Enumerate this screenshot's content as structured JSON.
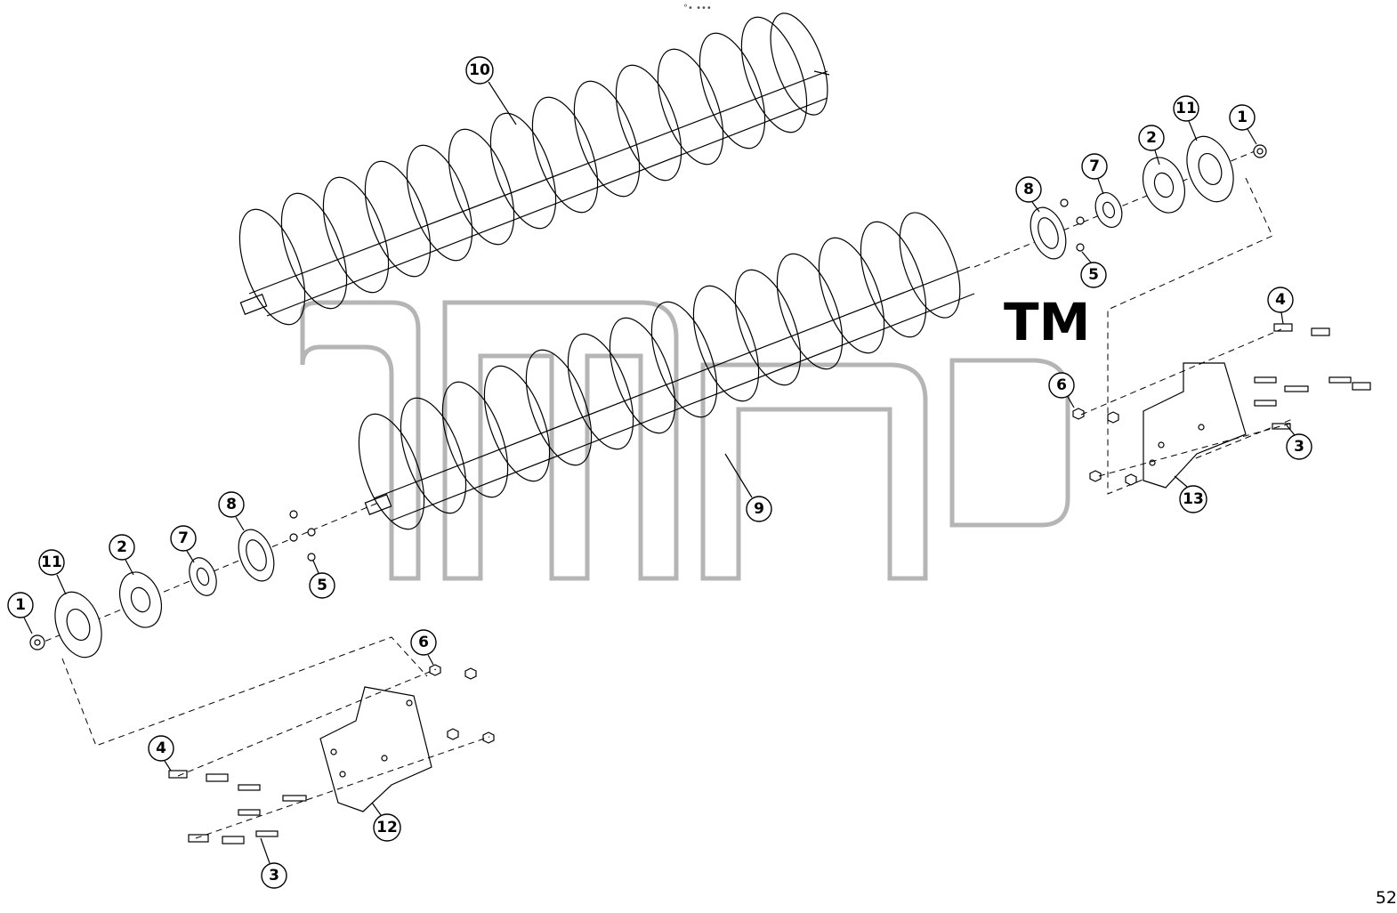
{
  "diagram": {
    "balloons": [
      {
        "label": "10"
      },
      {
        "label": "1"
      },
      {
        "label": "11"
      },
      {
        "label": "2"
      },
      {
        "label": "7"
      },
      {
        "label": "8"
      },
      {
        "label": "5"
      },
      {
        "label": "4"
      },
      {
        "label": "6"
      },
      {
        "label": "3"
      },
      {
        "label": "13"
      },
      {
        "label": "9"
      },
      {
        "label": "8"
      },
      {
        "label": "7"
      },
      {
        "label": "2"
      },
      {
        "label": "11"
      },
      {
        "label": "1"
      },
      {
        "label": "5"
      },
      {
        "label": "6"
      },
      {
        "label": "4"
      },
      {
        "label": "12"
      },
      {
        "label": "3"
      }
    ],
    "watermark_symbol": "TM",
    "top_mark": "°• •••",
    "page_number": "52"
  }
}
